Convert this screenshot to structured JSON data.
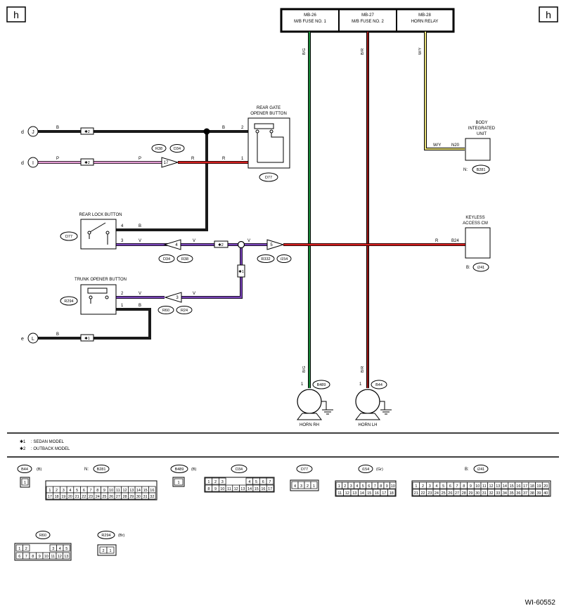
{
  "page": {
    "corner_left": "h",
    "corner_right": "h",
    "figure_id": "WI-60552"
  },
  "fuses": [
    {
      "id": "MB-26",
      "name": "M/B FUSE NO. 1"
    },
    {
      "id": "MB-27",
      "name": "M/B FUSE NO. 2"
    },
    {
      "id": "MB-28",
      "name": "HORN RELAY"
    }
  ],
  "wires": {
    "b": "B",
    "p": "P",
    "r": "R",
    "v": "V",
    "bg": "B/G",
    "br": "B/R",
    "wy": "W/Y",
    "colors": {
      "B": "#1a1a1a",
      "P": "#e39bd3",
      "R": "#d42020",
      "V": "#7a45b8",
      "BG": "#1b8a3a",
      "BR": "#9b1818",
      "WY": "#e9e07a"
    }
  },
  "connectors_ref": {
    "J": "J",
    "I": "I",
    "L": "L",
    "d1": "d",
    "d2": "d",
    "e": "e"
  },
  "star": {
    "s1": "✱1",
    "s2": "✱2"
  },
  "components": {
    "rear_gate": {
      "l1": "REAR GATE",
      "l2": "OPENER BUTTON",
      "conn": "D77",
      "p2": "2",
      "p1": "1"
    },
    "rear_lock": {
      "label": "REAR LOCK BUTTON",
      "conn": "D77",
      "p4": "4",
      "p3": "3"
    },
    "trunk": {
      "label": "TRUNK OPENER BUTTON",
      "conn": "R294",
      "p2": "2",
      "p1": "1"
    },
    "biu": {
      "l1": "BODY",
      "l2": "INTEGRATED",
      "l3": "UNIT",
      "pin": "N20",
      "conn_prefix": "N:",
      "conn": "B281"
    },
    "keyless": {
      "l1": "KEYLESS",
      "l2": "ACCESS CM",
      "pin": "B24",
      "conn_prefix": "B:",
      "conn": "i241"
    },
    "horn_rh": {
      "label": "HORN RH",
      "conn": "B489",
      "pin": "1"
    },
    "horn_lh": {
      "label": "HORN LH",
      "conn": "B44",
      "pin": "1"
    }
  },
  "joints": {
    "j17": {
      "pin": "17",
      "a": "R38",
      "b": "D34"
    },
    "j4": {
      "pin": "4",
      "a": "D34",
      "b": "R38"
    },
    "j5": {
      "pin": "5",
      "a": "R332",
      "b": "i154"
    },
    "j3": {
      "pin": "3",
      "a": "R60",
      "b": "R24"
    }
  },
  "notes": [
    {
      "mark": "✱1",
      "text": ": SEDAN MODEL"
    },
    {
      "mark": "✱2",
      "text": ": OUTBACK MODEL"
    }
  ],
  "connector_views": {
    "b44": {
      "name": "B44",
      "color": "(B)",
      "pins": [
        "1"
      ]
    },
    "b281": {
      "prefix": "N:",
      "name": "B281",
      "row1": [
        "1",
        "2",
        "3",
        "4",
        "5",
        "6",
        "7",
        "8",
        "9",
        "10",
        "11",
        "12",
        "13",
        "14",
        "15",
        "16"
      ],
      "row2": [
        "17",
        "18",
        "19",
        "20",
        "21",
        "22",
        "23",
        "24",
        "25",
        "26",
        "27",
        "28",
        "29",
        "30",
        "31",
        "32"
      ]
    },
    "b489": {
      "name": "B489",
      "color": "(B)",
      "pins": [
        "1"
      ]
    },
    "d34": {
      "name": "D34",
      "row1": [
        "1",
        "2",
        "3",
        "4",
        "5",
        "6",
        "7"
      ],
      "row2": [
        "8",
        "9",
        "10",
        "11",
        "12",
        "13",
        "14",
        "15",
        "16",
        "17"
      ]
    },
    "d77": {
      "name": "D77",
      "pins": [
        "4",
        "3",
        "2",
        "1"
      ]
    },
    "i154": {
      "name": "i154",
      "color": "(Gr)",
      "row1": [
        "1",
        "2",
        "3",
        "4",
        "5",
        "6",
        "7",
        "8",
        "9",
        "10"
      ],
      "row2": [
        "11",
        "12",
        "13",
        "14",
        "15",
        "16",
        "17",
        "18"
      ]
    },
    "i241": {
      "prefix": "B:",
      "name": "i241",
      "row1": [
        "1",
        "2",
        "3",
        "4",
        "5",
        "6",
        "7",
        "8",
        "9",
        "10",
        "11",
        "12",
        "13",
        "14",
        "15",
        "16",
        "17",
        "18",
        "19",
        "20"
      ],
      "row2": [
        "21",
        "22",
        "23",
        "24",
        "25",
        "26",
        "27",
        "28",
        "29",
        "30",
        "31",
        "32",
        "33",
        "34",
        "35",
        "36",
        "37",
        "38",
        "39",
        "40"
      ]
    },
    "r60": {
      "name": "R60",
      "row1": [
        "1",
        "2",
        "3",
        "4",
        "5"
      ],
      "row2": [
        "6",
        "7",
        "8",
        "9",
        "10",
        "11",
        "12",
        "13"
      ]
    },
    "r294": {
      "name": "R294",
      "color": "(Br)",
      "pins": [
        "2",
        "1"
      ]
    }
  }
}
